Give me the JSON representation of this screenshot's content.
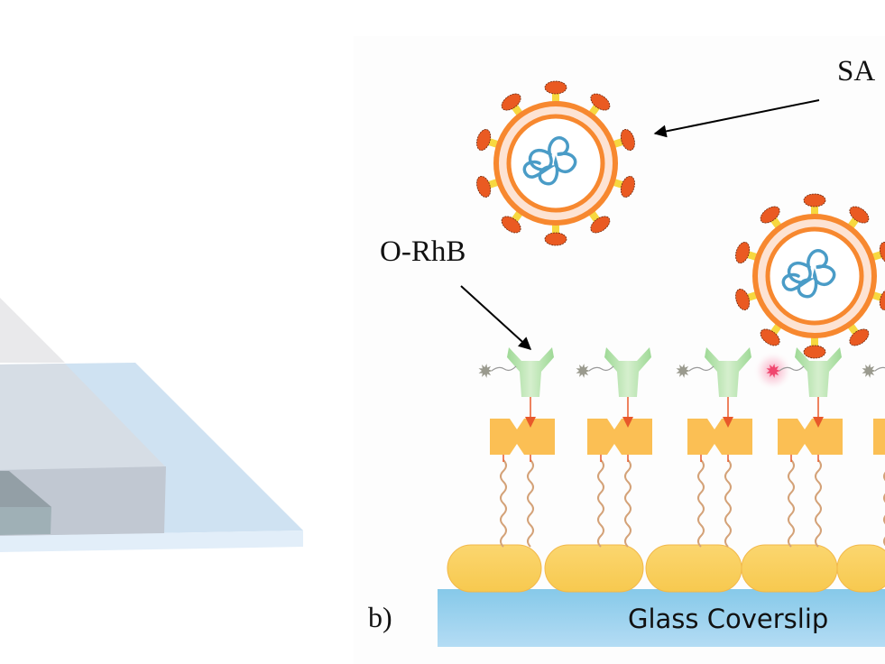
{
  "figure": {
    "panel_a": {
      "description": "3D perspective view of layered slab on coverslip",
      "colors": {
        "coverslip_top": "#cfe2f2",
        "coverslip_edge": "#e2eef9",
        "slab_top": "#d6dde5",
        "slab_front": "#c1c8d2",
        "channel_side": "#939fa6",
        "channel_front": "#9fb0b6",
        "shadow": "#e9e9eb"
      }
    },
    "panel_b": {
      "panel_label": "b)",
      "labels": {
        "virus": "SA",
        "probe": "O-RhB",
        "substrate": "Glass Coverslip"
      },
      "colors": {
        "virus_membrane": "#f7882f",
        "virus_envelope": "#fde3d3",
        "virus_rna": "#4a9cc7",
        "spike_stalk": "#f7d840",
        "spike_head": "#ea5a22",
        "antibody": "#a6dd9b",
        "fluorophore_off": "#9a9a8e",
        "fluorophore_on": "#f0466e",
        "linker_block": "#fbbf54",
        "arrow_red": "#e8582a",
        "tether": "#d4a278",
        "bead": "#f9cf5f",
        "coverslip": "#8fcdea"
      },
      "units": [
        {
          "fluorophore_state": "off"
        },
        {
          "fluorophore_state": "off"
        },
        {
          "fluorophore_state": "off"
        },
        {
          "fluorophore_state": "on"
        },
        {
          "fluorophore_state": "off"
        }
      ]
    }
  }
}
